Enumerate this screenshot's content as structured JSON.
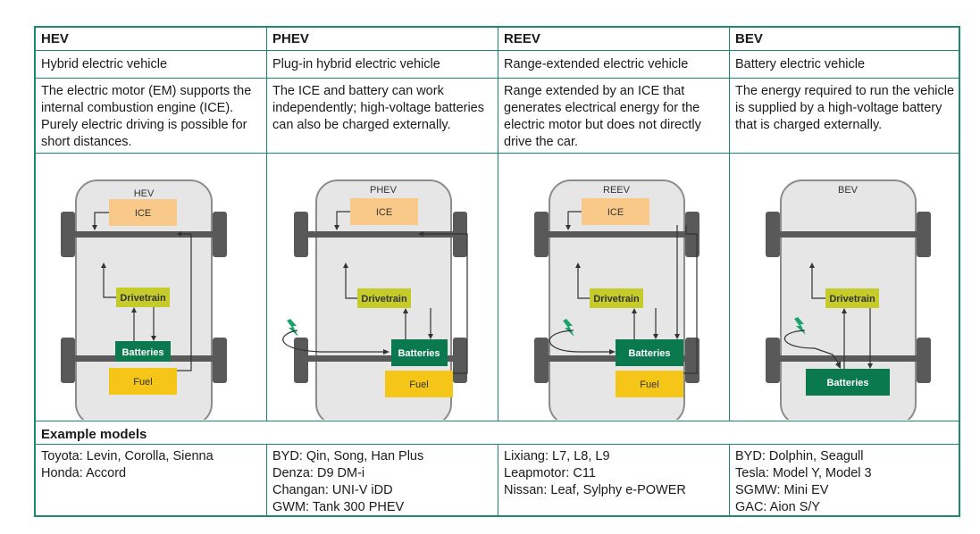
{
  "columns": [
    {
      "code": "HEV",
      "name": "Hybrid electric vehicle",
      "description": "The electric motor (EM) supports the internal combustion engine (ICE). Purely electric driving is possible for short distances.",
      "diagram": {
        "label": "HEV",
        "ice": "ICE",
        "drivetrain": "Drivetrain",
        "batteries": "Batteries",
        "fuel": "Fuel"
      },
      "examples": [
        "Toyota: Levin, Corolla, Sienna",
        "Honda: Accord"
      ]
    },
    {
      "code": "PHEV",
      "name": "Plug-in hybrid electric vehicle",
      "description": "The ICE and battery can work independently; high-voltage batteries can also be charged externally.",
      "diagram": {
        "label": "PHEV",
        "ice": "ICE",
        "drivetrain": "Drivetrain",
        "batteries": "Batteries",
        "fuel": "Fuel"
      },
      "examples": [
        "BYD: Qin, Song, Han Plus",
        "Denza: D9 DM-i",
        "Changan: UNI-V iDD",
        "GWM: Tank 300 PHEV"
      ]
    },
    {
      "code": "REEV",
      "name": "Range-extended electric vehicle",
      "description": "Range extended by an ICE that generates electrical energy for the electric motor but does not directly drive the car.",
      "diagram": {
        "label": "REEV",
        "ice": "ICE",
        "drivetrain": "Drivetrain",
        "batteries": "Batteries",
        "fuel": "Fuel"
      },
      "examples": [
        "Lixiang: L7, L8, L9",
        "Leapmotor: C11",
        "Nissan: Leaf, Sylphy e-POWER"
      ]
    },
    {
      "code": "BEV",
      "name": "Battery electric vehicle",
      "description": "The energy required to run the vehicle is supplied by a high-voltage battery that is charged externally.",
      "diagram": {
        "label": "BEV",
        "drivetrain": "Drivetrain",
        "batteries": "Batteries"
      },
      "examples": [
        "BYD: Dolphin, Seagull",
        "Tesla: Model Y, Model 3",
        "SGMW: Mini EV",
        "GAC: Aion S/Y"
      ]
    }
  ],
  "example_header": "Example models",
  "colors": {
    "border": "#1d8a6b",
    "ice": "#f9c98a",
    "drivetrain": "#c5cc2a",
    "batteries": "#0a7a4e",
    "fuel": "#f5c518",
    "car_body": "#e6e6e6",
    "car_outline": "#8c8c8c",
    "axle": "#595959",
    "plug": "#1aa36b"
  }
}
